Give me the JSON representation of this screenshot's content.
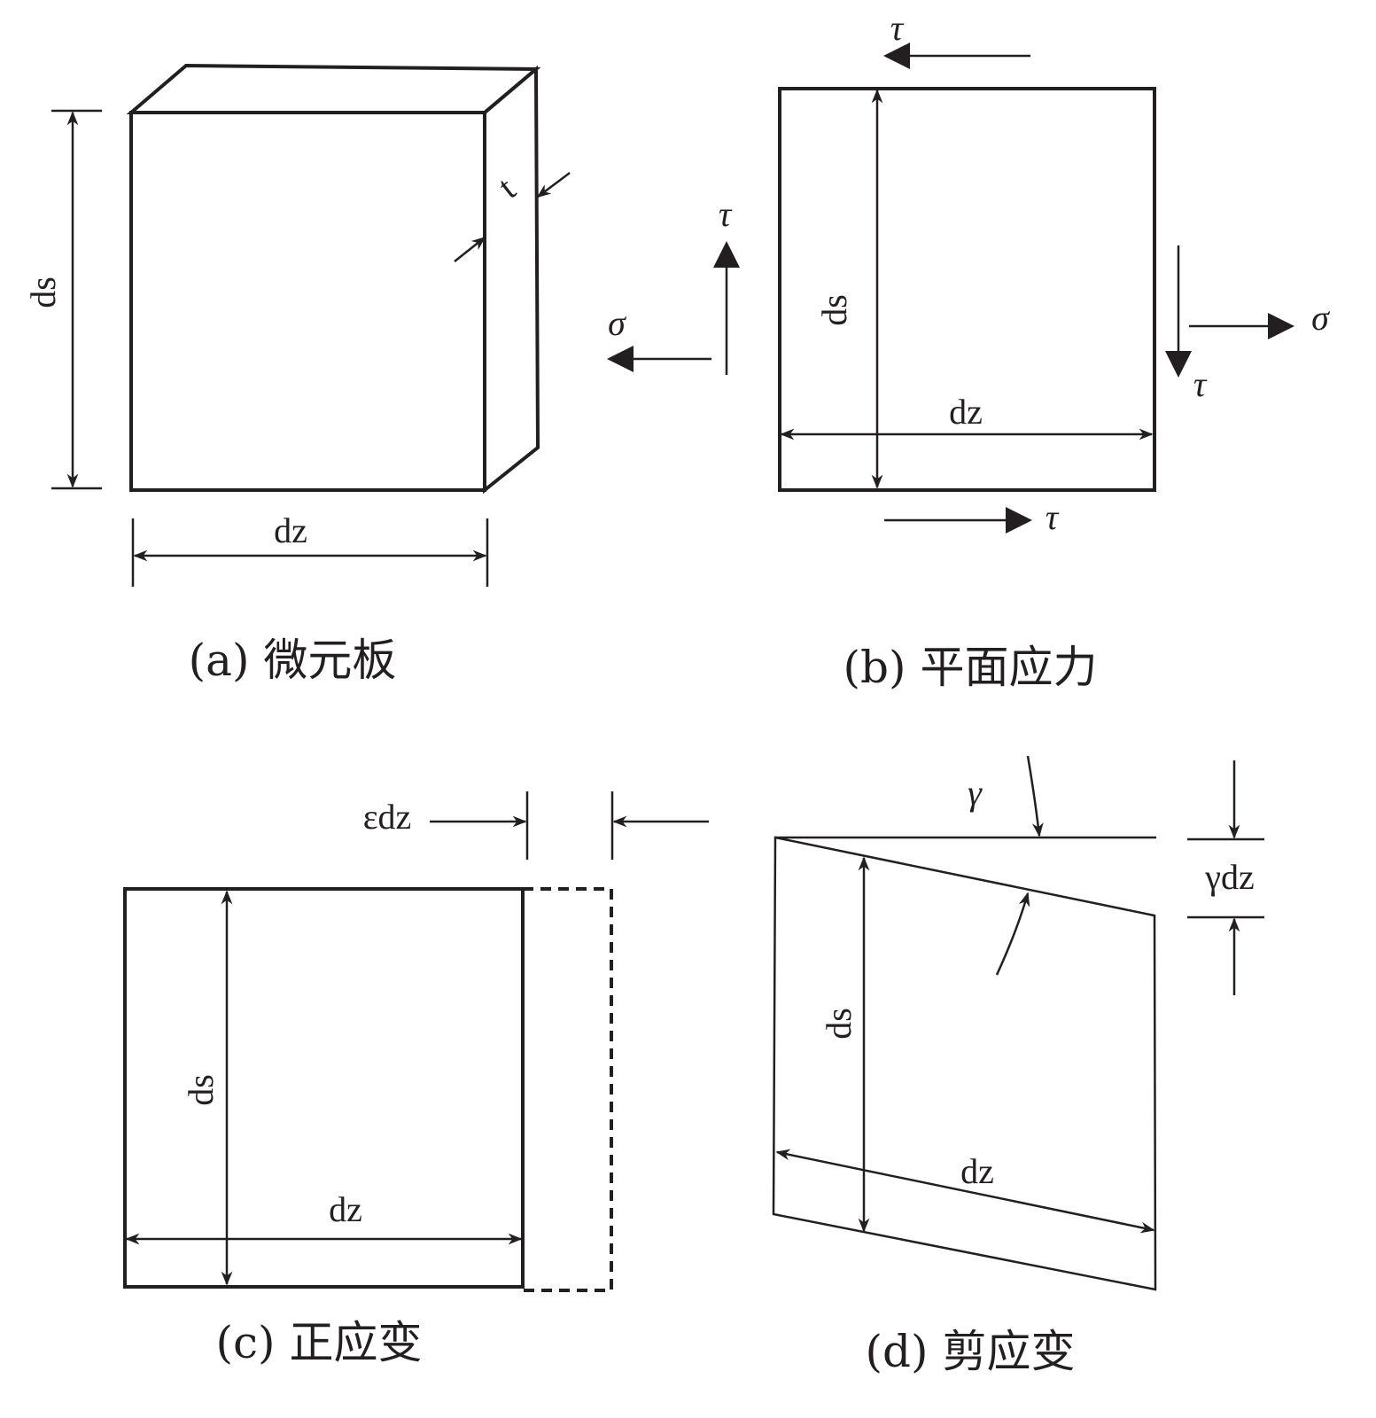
{
  "panels": {
    "a": {
      "caption": "(a) 微元板",
      "ds": "ds",
      "dz": "dz",
      "t": "t"
    },
    "b": {
      "caption": "(b) 平面应力",
      "ds": "ds",
      "dz": "dz",
      "tau": "τ",
      "sigma": "σ"
    },
    "c": {
      "caption": "(c) 正应变",
      "ds": "ds",
      "dz": "dz",
      "eps": "εdz"
    },
    "d": {
      "caption": "(d) 剪应变",
      "ds": "ds",
      "dz": "dz",
      "gamma": "γ",
      "gdz": "γdz"
    }
  }
}
